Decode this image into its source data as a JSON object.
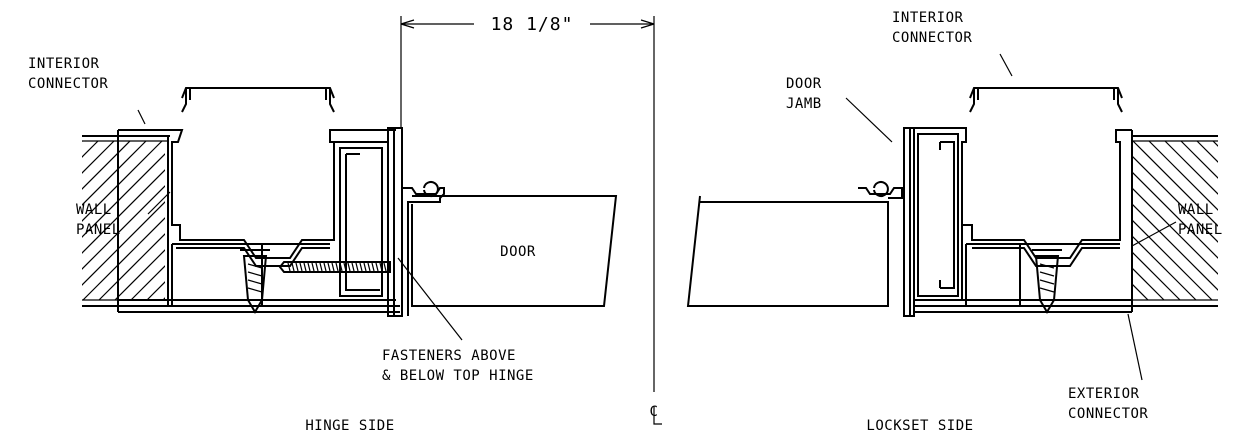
{
  "diagram": {
    "dimension": "18 1/8\"",
    "centerline_symbol": "C",
    "hinge_side": {
      "title": "HINGE SIDE",
      "label_interior_connector": [
        "INTERIOR",
        "CONNECTOR"
      ],
      "label_wall_panel": [
        "WALL",
        "PANEL"
      ],
      "label_door": "DOOR",
      "label_fasteners": [
        "FASTENERS ABOVE",
        "& BELOW TOP HINGE"
      ]
    },
    "lockset_side": {
      "title": "LOCKSET SIDE",
      "label_interior_connector": [
        "INTERIOR",
        "CONNECTOR"
      ],
      "label_door_jamb": [
        "DOOR",
        "JAMB"
      ],
      "label_wall_panel": [
        "WALL",
        "PANEL"
      ],
      "label_exterior_connector": [
        "EXTERIOR",
        "CONNECTOR"
      ]
    }
  }
}
